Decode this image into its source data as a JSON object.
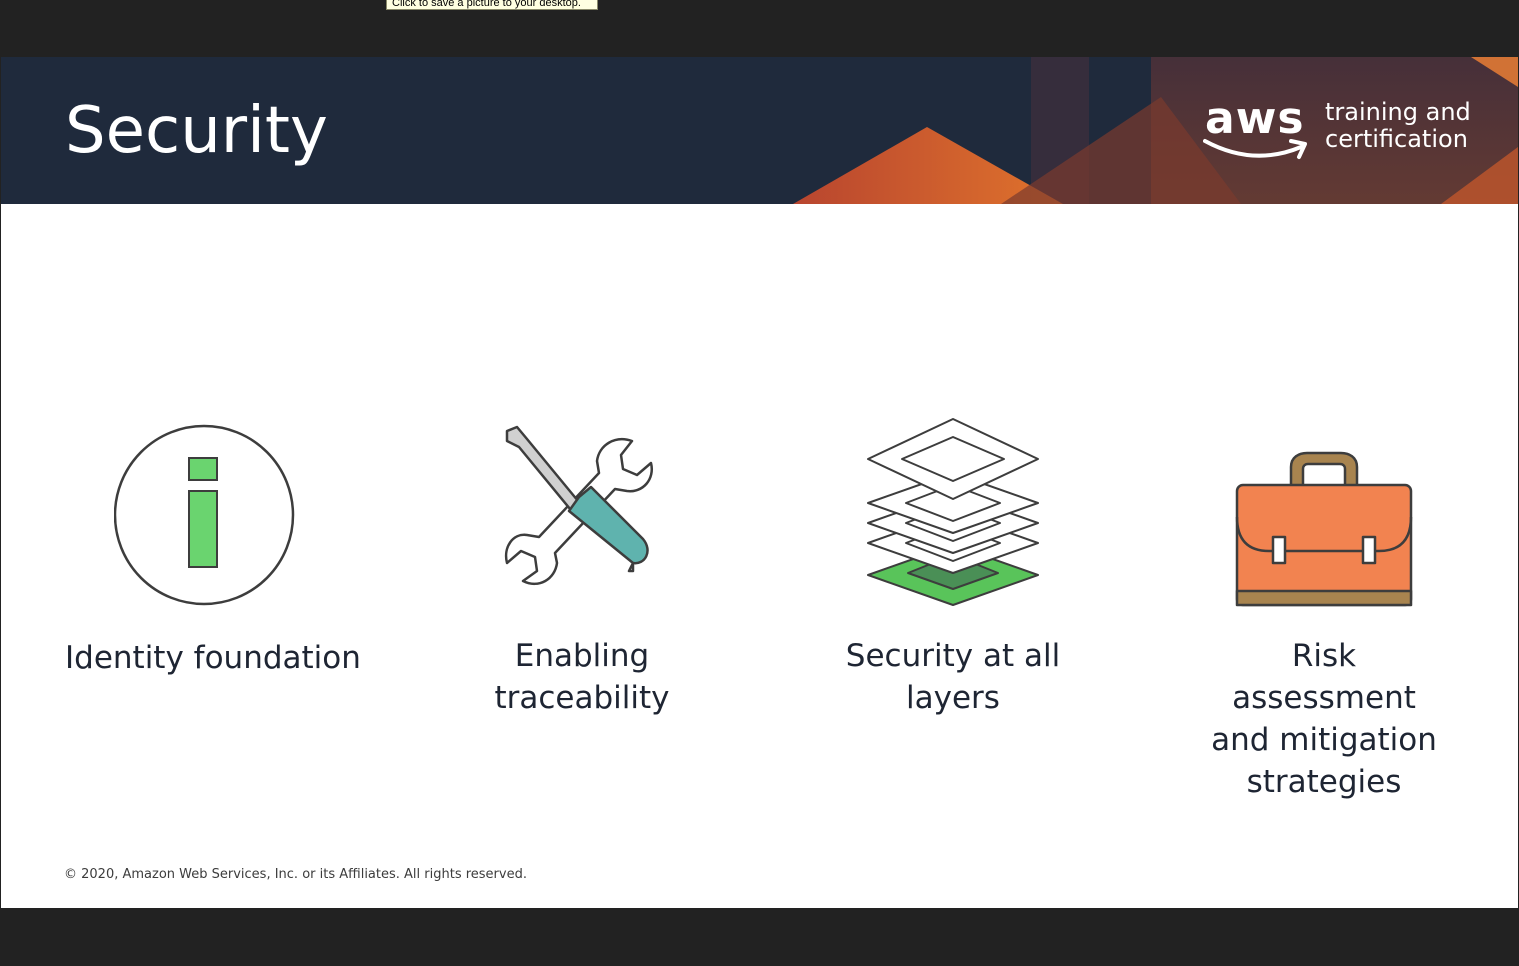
{
  "tooltip": "Click to save a picture to your desktop.",
  "slide": {
    "title": "Security",
    "logo": {
      "wordmark": "aws",
      "line1": "training and",
      "line2": "certification"
    },
    "items": [
      {
        "label": "Identity foundation",
        "icon": "info-icon"
      },
      {
        "label": "Enabling traceability",
        "icon": "tools-icon"
      },
      {
        "label": "Security at all layers",
        "icon": "layers-icon"
      },
      {
        "label": "Risk assessment and mitigation strategies",
        "icon": "briefcase-icon"
      }
    ],
    "copyright": "© 2020, Amazon Web Services, Inc. or its Affiliates. All rights reserved."
  },
  "colors": {
    "header_bg": "#1f2a3c",
    "accent_green": "#6ad46f",
    "accent_teal": "#5fb3ae",
    "accent_orange": "#f28350"
  }
}
